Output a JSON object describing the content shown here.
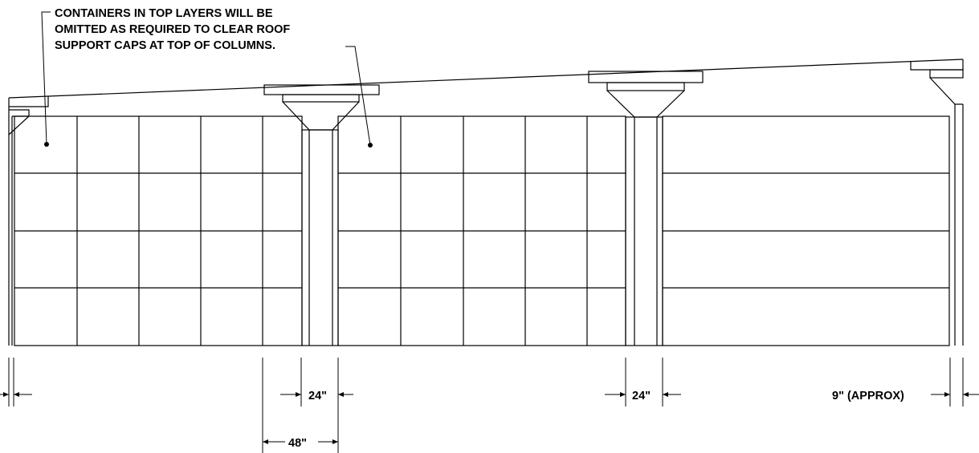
{
  "note": {
    "lines": [
      "CONTAINERS IN TOP LAYERS WILL BE",
      "OMITTED AS REQUIRED TO CLEAR ROOF",
      "SUPPORT CAPS AT TOP OF COLUMNS."
    ]
  },
  "dimensions": {
    "column_a_width": "24\"",
    "column_b_width": "24\"",
    "column_pair_spacing": "48\"",
    "end_gap": "9\" (APPROX)"
  }
}
